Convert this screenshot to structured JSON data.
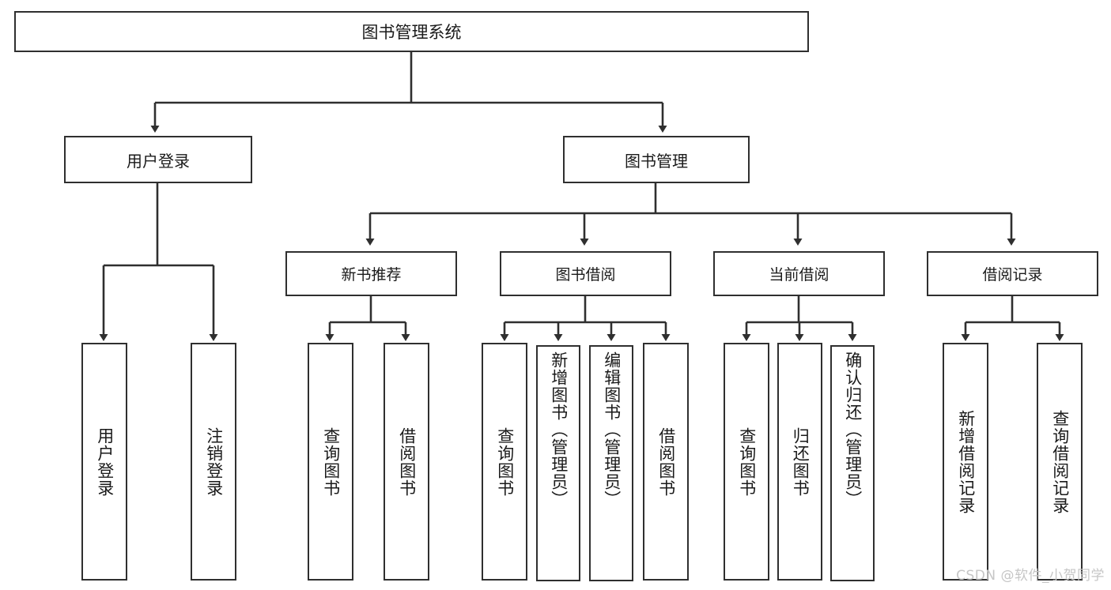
{
  "diagram": {
    "title": "图书管理系统",
    "type": "tree-hierarchy-diagram",
    "colors": {
      "stroke": "#2f2f2f",
      "fill": "#ffffff",
      "text": "#1a1a1a",
      "watermark": "#c6c6c6"
    },
    "root": {
      "label": "图书管理系统"
    },
    "level1": [
      {
        "label": "用户登录"
      },
      {
        "label": "图书管理"
      }
    ],
    "level2": [
      {
        "label": "新书推荐"
      },
      {
        "label": "图书借阅"
      },
      {
        "label": "当前借阅"
      },
      {
        "label": "借阅记录"
      }
    ],
    "leaves": {
      "user_login": [
        {
          "label": "用户登录"
        },
        {
          "label": "注销登录"
        }
      ],
      "new_book_recommend": [
        {
          "label": "查询图书"
        },
        {
          "label": "借阅图书"
        }
      ],
      "book_borrow": [
        {
          "label": "查询图书"
        },
        {
          "label": "新增图书（管理员）"
        },
        {
          "label": "编辑图书（管理员）"
        },
        {
          "label": "借阅图书"
        }
      ],
      "current_borrow": [
        {
          "label": "查询图书"
        },
        {
          "label": "归还图书"
        },
        {
          "label": "确认归还（管理员）"
        }
      ],
      "borrow_record": [
        {
          "label": "新增借阅记录"
        },
        {
          "label": "查询借阅记录"
        }
      ]
    },
    "watermark": "CSDN @软件_小贺同学"
  }
}
